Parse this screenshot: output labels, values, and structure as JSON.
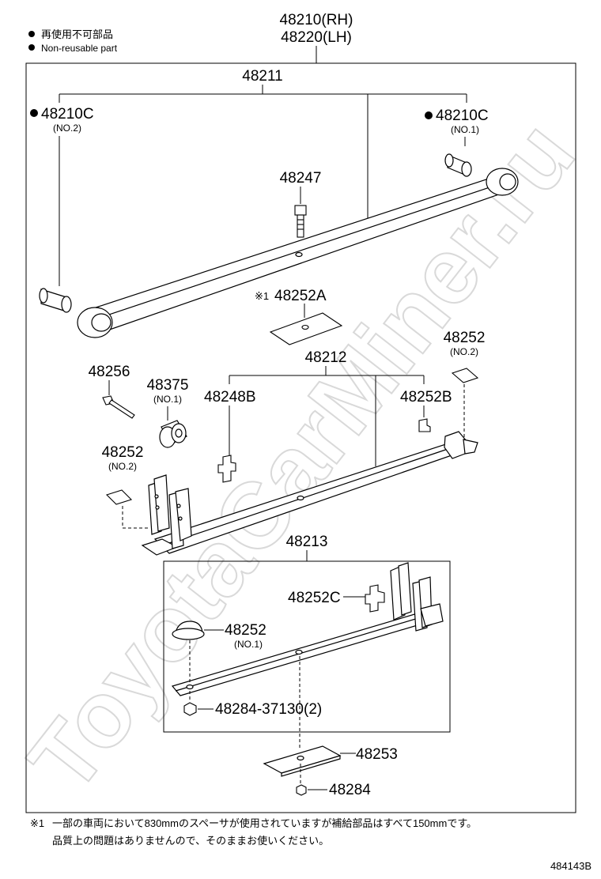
{
  "header": {
    "part_rh": "48210(RH)",
    "part_lh": "48220(LH)"
  },
  "legend": {
    "line1": "再使用不可部品",
    "line2": "Non-reusable part"
  },
  "labels": {
    "p48211": "48211",
    "p48210c_left": "48210C",
    "p48210c_left_sub": "(NO.2)",
    "p48210c_right": "48210C",
    "p48210c_right_sub": "(NO.1)",
    "p48247": "48247",
    "p48252a_mark": "※1",
    "p48252a": "48252A",
    "p48212": "48212",
    "p48252_top": "48252",
    "p48252_top_sub": "(NO.2)",
    "p48256": "48256",
    "p48375": "48375",
    "p48375_sub": "(NO.1)",
    "p48248b": "48248B",
    "p48252b": "48252B",
    "p48252_left": "48252",
    "p48252_left_sub": "(NO.2)",
    "p48213": "48213",
    "p48252c": "48252C",
    "p48252_mid": "48252",
    "p48252_mid_sub": "(NO.1)",
    "p48284_37130": "48284-37130(2)",
    "p48253": "48253",
    "p48284": "48284"
  },
  "footnote": {
    "mark": "※1",
    "line1": "一部の車両において830mmのスペーサが使用されていますが補給部品はすべて150mmです。",
    "line2": "品質上の問題はありませんので、そのままお使いください。"
  },
  "watermark": "ToyotaCarMiner.ru",
  "diagram_id": "484143B",
  "colors": {
    "line": "#000000",
    "watermark": "#d9d9d9"
  }
}
